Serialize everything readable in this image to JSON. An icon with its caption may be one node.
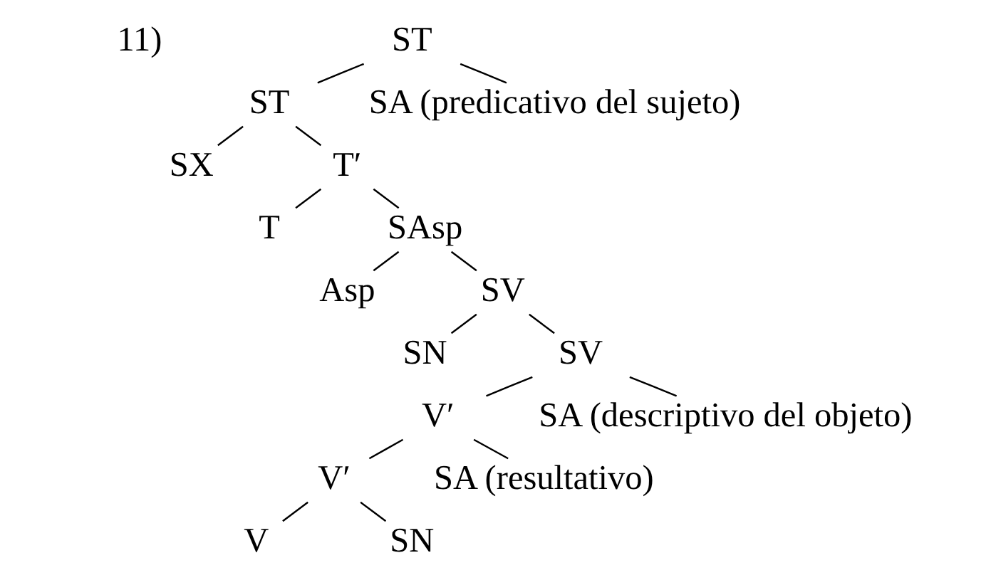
{
  "diagram": {
    "nodes": [
      {
        "text": [
          "ST"
        ]
      },
      {
        "text": [
          "ST"
        ]
      },
      {
        "text": [
          "SA (predicativo del sujeto)"
        ]
      },
      {
        "text": [
          "SX"
        ]
      },
      {
        "text": [
          "T′"
        ]
      },
      {
        "text": [
          "T"
        ]
      },
      {
        "text": [
          "SAsp"
        ]
      },
      {
        "text": [
          "Asp"
        ]
      },
      {
        "text": [
          "SV"
        ]
      },
      {
        "text": [
          "SN"
        ]
      },
      {
        "text": [
          "SV"
        ]
      },
      {
        "text": [
          "V′"
        ]
      },
      {
        "text": [
          "SA (descriptivo del objeto)"
        ]
      },
      {
        "text": [
          "V′"
        ]
      },
      {
        "text": [
          "SA (resultativo)"
        ]
      },
      {
        "text": [
          "V"
        ]
      },
      {
        "text": [
          "SN"
        ]
      }
    ],
    "edges": [
      {
        "from": 0,
        "to": 1,
        "arrow": "none"
      },
      {
        "from": 0,
        "to": 2,
        "arrow": "none"
      },
      {
        "from": 1,
        "to": 3,
        "arrow": "none"
      },
      {
        "from": 1,
        "to": 4,
        "arrow": "none"
      },
      {
        "from": 4,
        "to": 5,
        "arrow": "none"
      },
      {
        "from": 4,
        "to": 6,
        "arrow": "none"
      },
      {
        "from": 6,
        "to": 7,
        "arrow": "none"
      },
      {
        "from": 6,
        "to": 8,
        "arrow": "none"
      },
      {
        "from": 8,
        "to": 9,
        "arrow": "none"
      },
      {
        "from": 8,
        "to": 10,
        "arrow": "none"
      },
      {
        "from": 10,
        "to": 11,
        "arrow": "none"
      },
      {
        "from": 10,
        "to": 12,
        "arrow": "none"
      },
      {
        "from": 11,
        "to": 13,
        "arrow": "none"
      },
      {
        "from": 11,
        "to": 14,
        "arrow": "none"
      },
      {
        "from": 13,
        "to": 15,
        "arrow": "none"
      },
      {
        "from": 13,
        "to": 16,
        "arrow": "none"
      }
    ],
    "labels": [
      "11)"
    ]
  }
}
